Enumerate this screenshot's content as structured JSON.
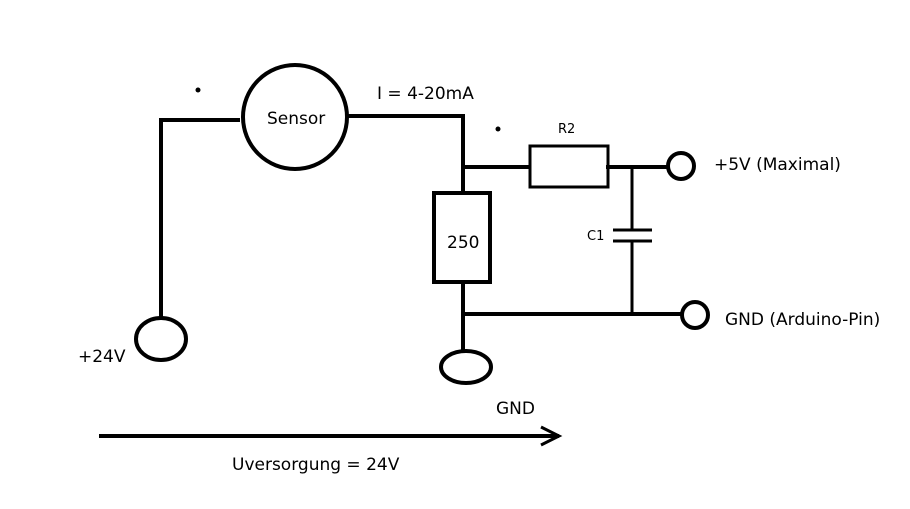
{
  "labels": {
    "sensor": "Sensor",
    "current": "I = 4-20mA",
    "resistor_r2": "R2",
    "plus5v": "+5V (Maximal)",
    "capacitor_c1": "C1",
    "resistor_250": "250",
    "gnd_arduino": "GND (Arduino-Pin)",
    "plus24v": "+24V",
    "gnd": "GND",
    "supply": "Uversorgung = 24V"
  },
  "colors": {
    "ink": "#000000",
    "background": "#ffffff"
  }
}
